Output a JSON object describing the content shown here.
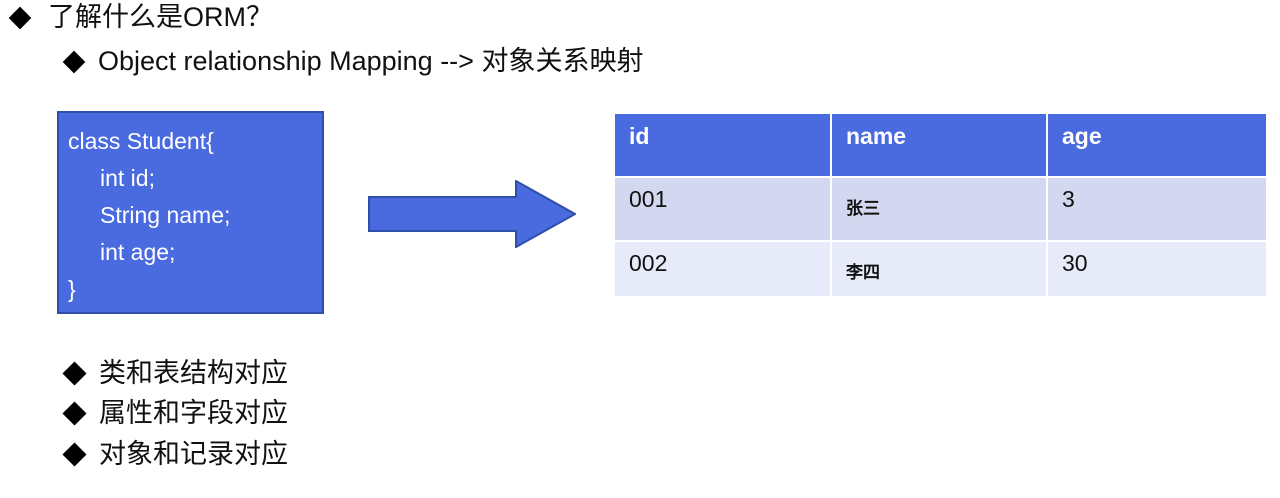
{
  "slide": {
    "heading": {
      "bullet_icon": "diamond-bullet-icon",
      "text": "了解什么是ORM？"
    },
    "subheading": {
      "bullet_icon": "diamond-bullet-icon",
      "text": "Object relationship Mapping --> 对象关系映射"
    },
    "code_box": {
      "lines": [
        "class Student{",
        "int id;",
        "String name;",
        "int age;",
        "}"
      ],
      "fill_color": "#4a6ae0",
      "border_color": "#2f4fa8",
      "text_color": "#ffffff"
    },
    "arrow": {
      "icon": "right-block-arrow-icon",
      "direction": "right",
      "fill_color": "#4a6ae0",
      "border_color": "#2f4fa8"
    },
    "table": {
      "headers": [
        "id",
        "name",
        "age"
      ],
      "header_bg": "#4a6ae0",
      "header_text_color": "#ffffff",
      "row_bg_odd": "#d3d8f0",
      "row_bg_even": "#e7eaf8",
      "rows": [
        {
          "id": "001",
          "name": "张三",
          "age": "3"
        },
        {
          "id": "002",
          "name": "李四",
          "age": "30"
        }
      ]
    },
    "points": [
      {
        "bullet_icon": "diamond-bullet-icon",
        "text": "类和表结构对应"
      },
      {
        "bullet_icon": "diamond-bullet-icon",
        "text": "属性和字段对应"
      },
      {
        "bullet_icon": "diamond-bullet-icon",
        "text": "对象和记录对应"
      }
    ]
  }
}
